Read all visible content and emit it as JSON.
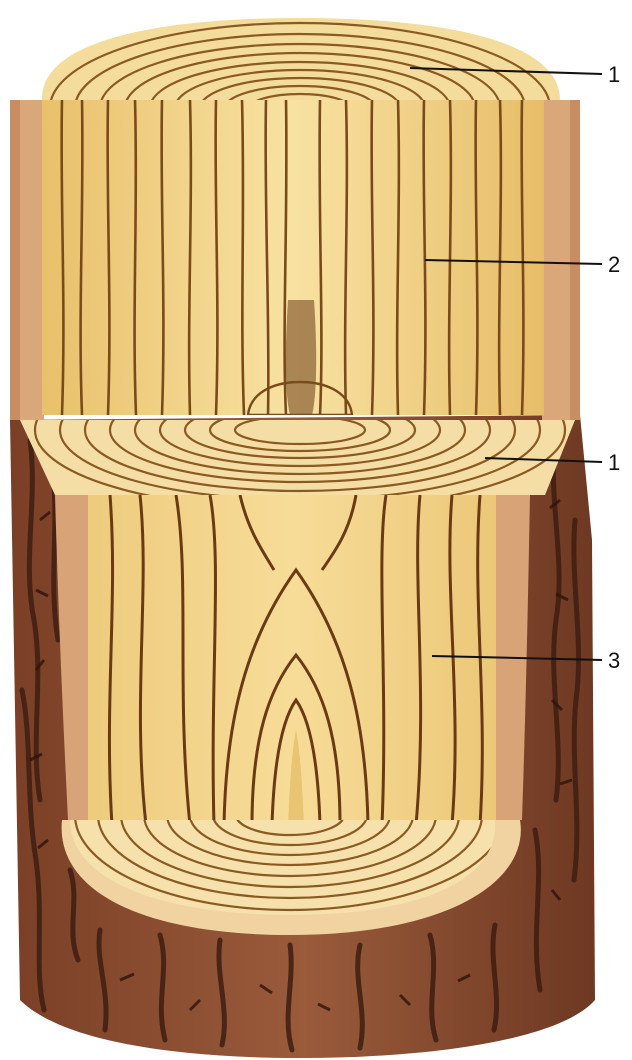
{
  "labels": {
    "top_cross_section": "1",
    "radial_section": "2",
    "middle_cross_section": "1",
    "tangential_section": "3"
  },
  "colors": {
    "wood_light": "#f6dc96",
    "wood_mid": "#e8c271",
    "ring_line": "#8a5a22",
    "dark_grain": "#5e3815",
    "bark": "#8c4e32",
    "bark_dark": "#3e1e12",
    "sapwood_edge": "#d9a779",
    "cross_section": "#f2d99e",
    "leader_line": "#111111"
  }
}
